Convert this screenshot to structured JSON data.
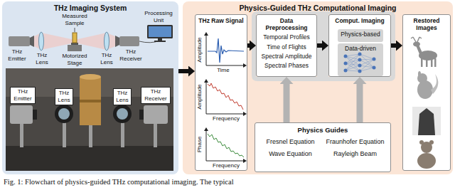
{
  "diagram": {
    "caption": "Fig. 1: Flowchart of physics-guided THz computational imaging. The typical",
    "nodes": [
      {
        "text": [
          "THz Imaging System"
        ]
      },
      {
        "text": [
          "Physics-Guided THz Computational Imaging"
        ]
      },
      {
        "text": [
          "THz Raw Signal"
        ],
        "in": 1
      },
      {
        "text": [
          "Data Preprocessing",
          "Temporal Profiles",
          "Time of Flights",
          "Spectral Amplitude",
          "Spectral Phases"
        ],
        "in": 1
      },
      {
        "text": [
          "Comput. Imaging"
        ],
        "in": 1
      },
      {
        "text": [
          "Physics-based"
        ],
        "in": 4
      },
      {
        "text": [
          "Data-driven"
        ],
        "in": 4
      },
      {
        "text": [
          "Physics Guides",
          "Fresnel Equation",
          "Fraunhofer Equation",
          "Wave Equation",
          "Rayleigh Beam"
        ],
        "in": 1
      },
      {
        "text": [
          "Restored Images"
        ],
        "in": 1
      }
    ],
    "edges": [
      {
        "from": 0,
        "to": 2,
        "arrow": "to"
      },
      {
        "from": 2,
        "to": 3,
        "arrow": "to"
      },
      {
        "from": 3,
        "to": 4,
        "arrow": "to"
      },
      {
        "from": 4,
        "to": 8,
        "arrow": "to"
      },
      {
        "from": 7,
        "to": 3,
        "arrow": "to"
      },
      {
        "from": 7,
        "to": 4,
        "arrow": "to"
      }
    ],
    "labels": [
      "THz Emitter",
      "THz Lens",
      "Measured Sample",
      "Motorized Stage",
      "THz Lens",
      "THz Receiver",
      "Processing Unit",
      "THz Emitter",
      "THz Lens",
      "THz Lens",
      "THz Receiver",
      "Amplitude",
      "Time",
      "Amplitude",
      "Frequency",
      "Phase",
      "Frequency"
    ]
  }
}
